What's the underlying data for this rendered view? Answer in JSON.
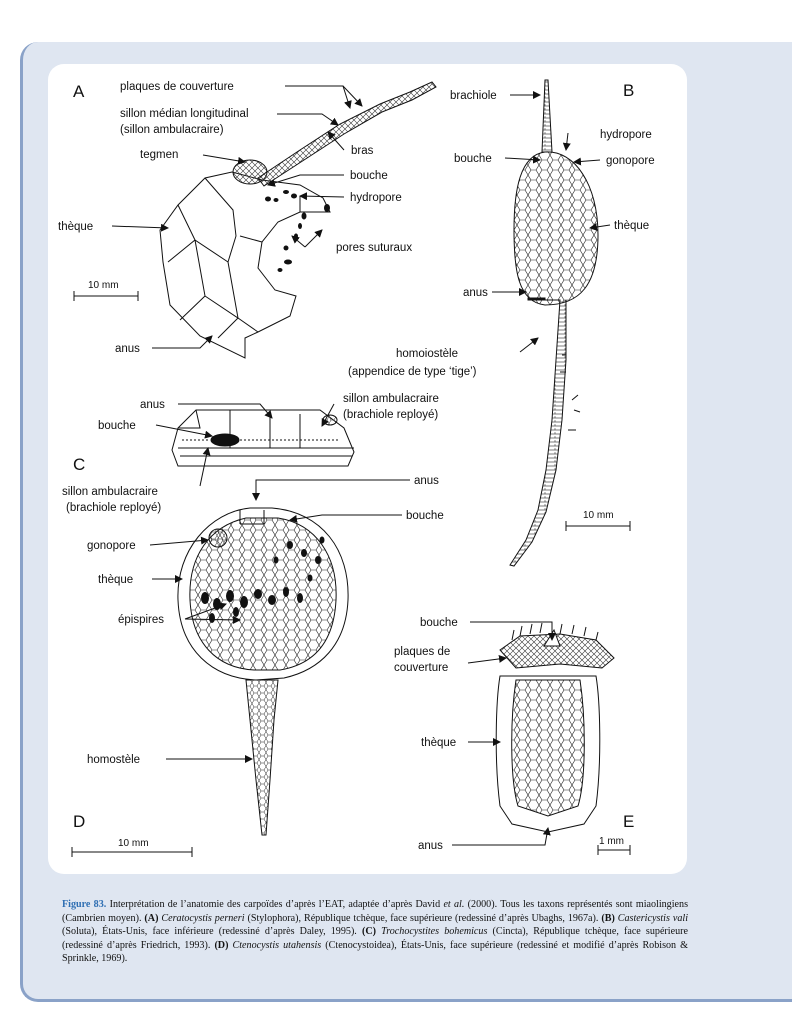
{
  "panels": {
    "A": "A",
    "B": "B",
    "C": "C",
    "D": "D",
    "E": "E"
  },
  "labels": {
    "A": {
      "plaques": "plaques de couverture",
      "sillon1": "sillon médian longitudinal",
      "sillon2": "(sillon ambulacraire)",
      "bras": "bras",
      "tegmen": "tegmen",
      "bouche": "bouche",
      "hydropore": "hydropore",
      "theque": "thèque",
      "pores": "pores suturaux",
      "anus": "anus",
      "scale": "10 mm"
    },
    "B": {
      "brachiole": "brachiole",
      "hydropore": "hydropore",
      "bouche": "bouche",
      "gonopore": "gonopore",
      "theque": "thèque",
      "anus": "anus",
      "homoiostele1": "homoiostèle",
      "homoiostele2": "(appendice de type ‘tige’)",
      "scale": "10 mm"
    },
    "C": {
      "anus": "anus",
      "sillon_r1": "sillon ambulacraire",
      "sillon_r2": "(brachiole reployé)",
      "bouche": "bouche",
      "sillon_b1": "sillon ambulacraire",
      "sillon_b2": "(brachiole reployé)"
    },
    "D": {
      "anus": "anus",
      "bouche": "bouche",
      "gonopore": "gonopore",
      "theque": "thèque",
      "epispires": "épispires",
      "homostele": "homostèle",
      "scale": "10 mm"
    },
    "E": {
      "bouche": "bouche",
      "plaques1": "plaques de",
      "plaques2": "couverture",
      "theque": "thèque",
      "anus": "anus",
      "scale": "1 mm"
    }
  },
  "caption": {
    "figure": "Figure 83.",
    "intro": "Interprétation de l’anatomie des carpoïdes d’après l’EAT, adaptée d’après David",
    "etal": "et al.",
    "intro_end": "(2000). Tous les taxons représentés sont miaolingiens (Cambrien moyen).",
    "A_key": "(A)",
    "A_taxon": "Ceratocystis perneri",
    "A_rest": "(Stylophora), République tchèque, face supérieure (redessiné d’après Ubaghs, 1967a).",
    "B_key": "(B)",
    "B_taxon": "Castericystis vali",
    "B_rest": "(Soluta), États-Unis, face inférieure (redessiné d’après Daley, 1995).",
    "C_key": "(C)",
    "C_taxon": "Trochocystites bohemicus",
    "C_rest": "(Cincta), République tchèque, face supérieure (redessiné d’après Friedrich, 1993).",
    "D_key": "(D)",
    "D_taxon": "Ctenocystis utahensis",
    "D_rest": "(Ctenocystoidea), États-Unis, face supérieure (redessiné et modifié d’après Robison & Sprinkle, 1969)."
  },
  "colors": {
    "frame_bg": "#dfe6f1",
    "frame_border": "#8aa2c8",
    "figure_number": "#2f6fb3"
  }
}
